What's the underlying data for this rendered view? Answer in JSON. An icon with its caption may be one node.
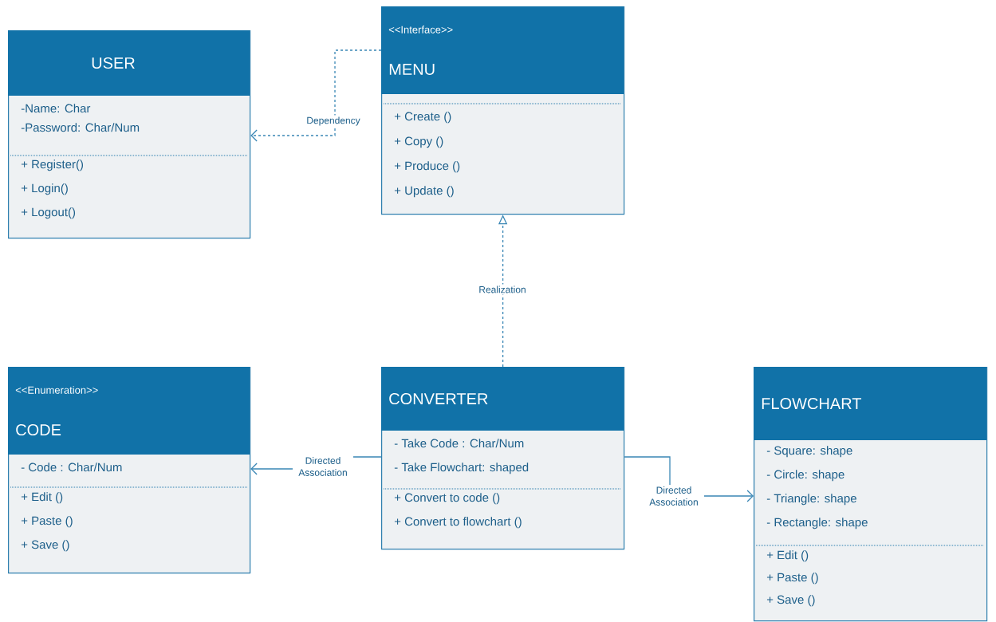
{
  "diagram": {
    "nodes": [
      {
        "text": [
          "USER"
        ]
      },
      {
        "text": [
          "-Name: Char",
          "-Password: Char/Num"
        ],
        "in": 0
      },
      {
        "text": [
          "+ Register()",
          "+ Login()",
          "+ Logout()"
        ],
        "in": 0
      },
      {
        "text": [
          "<<Interface>>",
          "MENU"
        ]
      },
      {
        "text": [
          "+ Create ()",
          "+ Copy ()",
          "+ Produce ()",
          "+ Update ()"
        ],
        "in": 3
      },
      {
        "text": [
          "<<Enumeration>>",
          "CODE"
        ]
      },
      {
        "text": [
          "- Code : Char/Num"
        ],
        "in": 5
      },
      {
        "text": [
          "+ Edit ()",
          "+ Paste ()",
          "+ Save ()"
        ],
        "in": 5
      },
      {
        "text": [
          "CONVERTER"
        ]
      },
      {
        "text": [
          "- Take Code : Char/Num",
          "- Take Flowchart: shaped"
        ],
        "in": 8
      },
      {
        "text": [
          "+ Convert to code ()",
          "+ Convert to flowchart ()"
        ],
        "in": 8
      },
      {
        "text": [
          "FLOWCHART"
        ]
      },
      {
        "text": [
          "- Square: shape",
          "- Circle: shape",
          "- Triangle: shape",
          "- Rectangle: shape"
        ],
        "in": 11
      },
      {
        "text": [
          "+ Edit ()",
          "+ Paste ()",
          "+ Save ()"
        ],
        "in": 11
      }
    ],
    "edges": [
      {
        "from": 3,
        "to": 0,
        "arrow": "to",
        "style": "dashed",
        "label": "Dependency"
      },
      {
        "from": 8,
        "to": 3,
        "arrow": "to",
        "style": "dashed",
        "label": "Realization"
      },
      {
        "from": 8,
        "to": 5,
        "arrow": "to",
        "label": "Directed Association"
      },
      {
        "from": 8,
        "to": 11,
        "arrow": "to",
        "label": "Directed Association"
      }
    ]
  }
}
